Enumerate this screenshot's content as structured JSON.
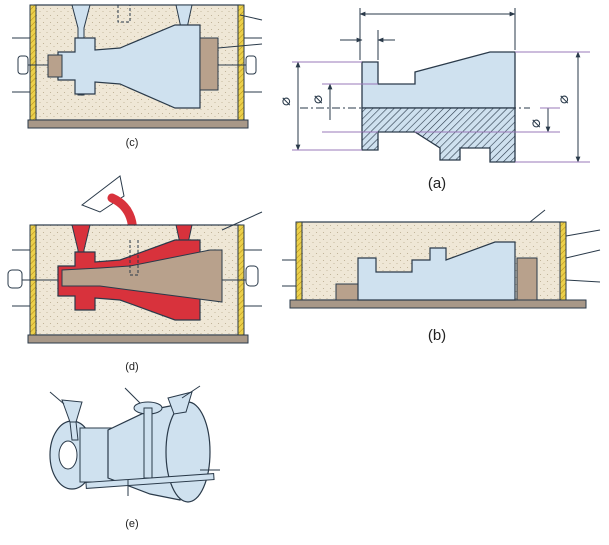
{
  "labels": {
    "c": "(c)",
    "a": "(a)",
    "d": "(d)",
    "b": "(b)",
    "e": "(e)"
  },
  "dimension_symbols": {
    "phi": "⌀"
  },
  "colors": {
    "sand": "#efe7d6",
    "sand_dot": "#b8a98c",
    "casting_blue": "#cfe1ef",
    "outline": "#2a3a4a",
    "metal_red": "#d8323c",
    "core_brown": "#b8a18c",
    "flask_yellow": "#ecd04a",
    "plate_brown": "#a89888",
    "dim_line": "#9a78b8"
  }
}
